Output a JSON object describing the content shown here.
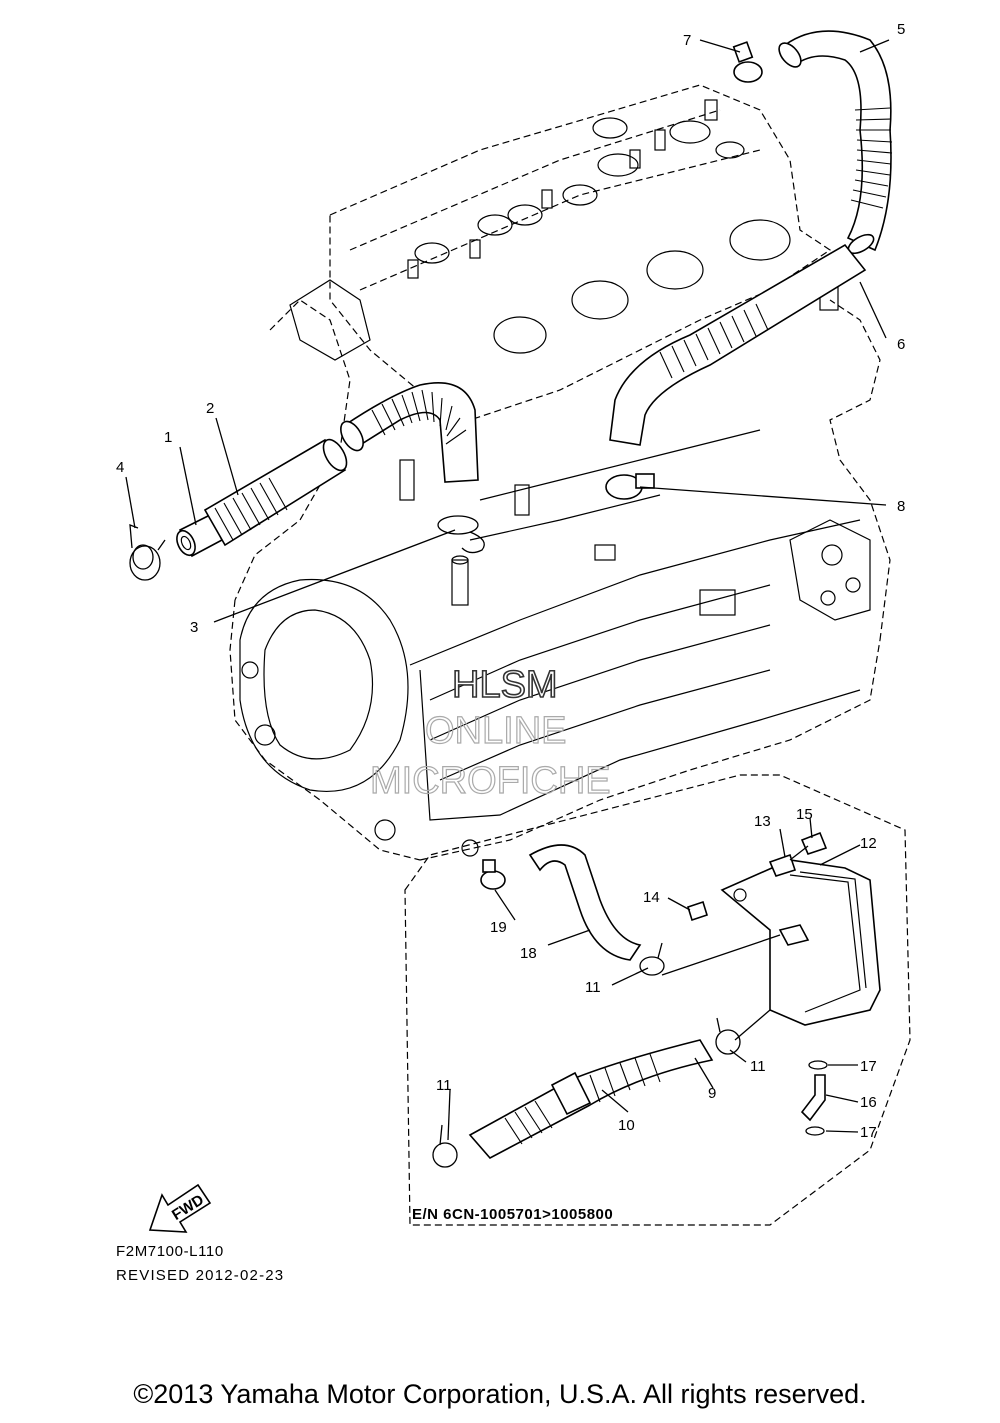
{
  "callouts": [
    {
      "id": "c1",
      "text": "1"
    },
    {
      "id": "c2",
      "text": "2"
    },
    {
      "id": "c3",
      "text": "3"
    },
    {
      "id": "c4",
      "text": "4"
    },
    {
      "id": "c5",
      "text": "5"
    },
    {
      "id": "c6",
      "text": "6"
    },
    {
      "id": "c7",
      "text": "7"
    },
    {
      "id": "c8",
      "text": "8"
    },
    {
      "id": "c9",
      "text": "9"
    },
    {
      "id": "c10",
      "text": "10"
    },
    {
      "id": "c11a",
      "text": "11"
    },
    {
      "id": "c11b",
      "text": "11"
    },
    {
      "id": "c11c",
      "text": "11"
    },
    {
      "id": "c12",
      "text": "12"
    },
    {
      "id": "c13",
      "text": "13"
    },
    {
      "id": "c14",
      "text": "14"
    },
    {
      "id": "c15",
      "text": "15"
    },
    {
      "id": "c16",
      "text": "16"
    },
    {
      "id": "c17a",
      "text": "17"
    },
    {
      "id": "c17b",
      "text": "17"
    },
    {
      "id": "c18",
      "text": "18"
    },
    {
      "id": "c19",
      "text": "19"
    }
  ],
  "watermark": {
    "line1": "HLSM",
    "line2": "ONLINE",
    "line3": "MICROFICHE"
  },
  "fwd_arrow": {
    "label": "FWD"
  },
  "serial_note": "E/N 6CN-1005701>1005800",
  "figure_code": "F2M7100-L110",
  "revised": "REVISED 2012-02-23",
  "copyright": "©2013 Yamaha Motor Corporation, U.S.A. All rights reserved."
}
